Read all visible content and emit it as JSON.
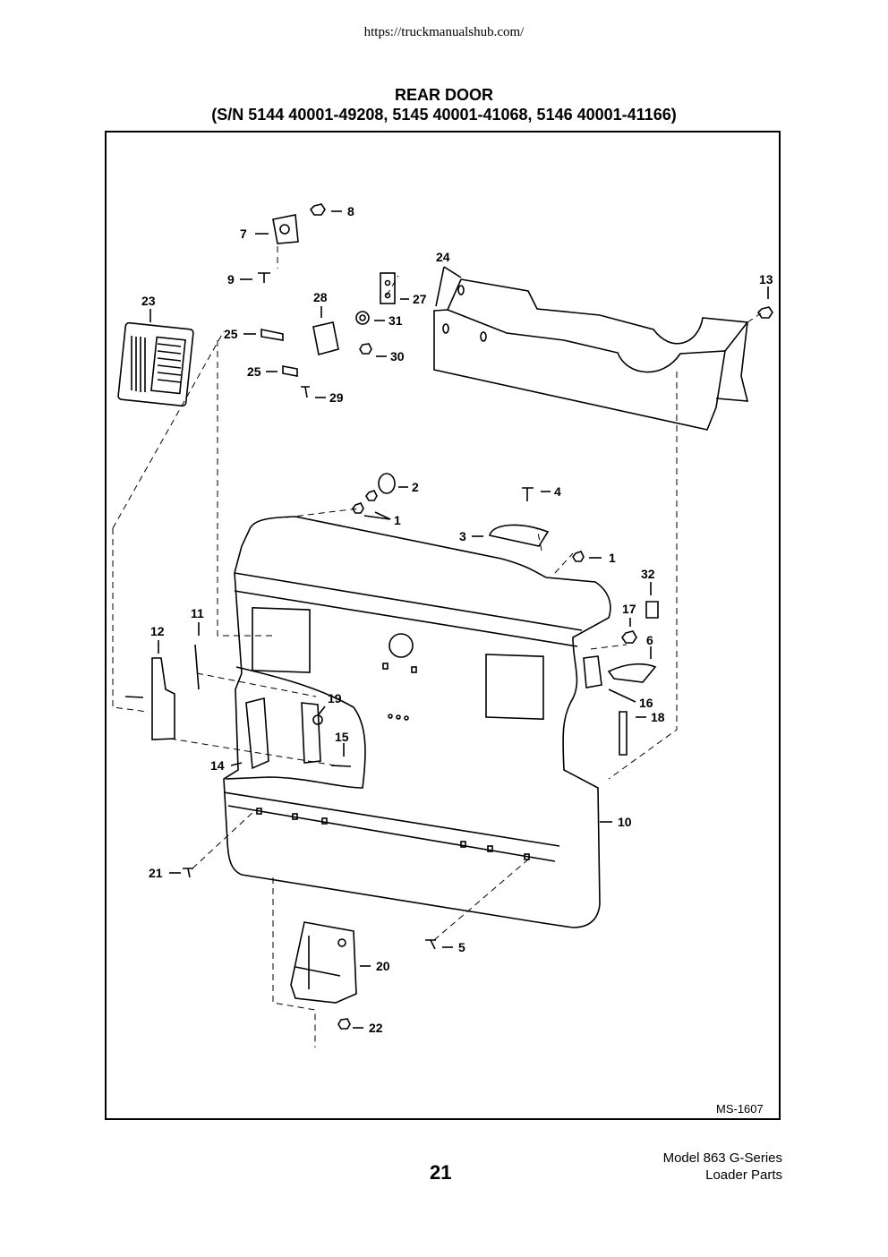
{
  "source_url": "https://truckmanualshub.com/",
  "header": {
    "title": "REAR DOOR",
    "subtitle": "(S/N 5144 40001-49208, 5145 40001-41068, 5146 40001-41166)"
  },
  "diagram": {
    "figure_code": "MS-1607",
    "callouts": [
      "8",
      "7",
      "9",
      "24",
      "13",
      "23",
      "28",
      "27",
      "31",
      "25",
      "30",
      "25",
      "29",
      "2",
      "4",
      "1",
      "3",
      "1",
      "32",
      "17",
      "11",
      "12",
      "6",
      "19",
      "16",
      "18",
      "15",
      "14",
      "10",
      "21",
      "5",
      "20",
      "22"
    ]
  },
  "footer": {
    "page_number": "21",
    "model_line1": "Model 863 G-Series",
    "model_line2": "Loader Parts"
  }
}
